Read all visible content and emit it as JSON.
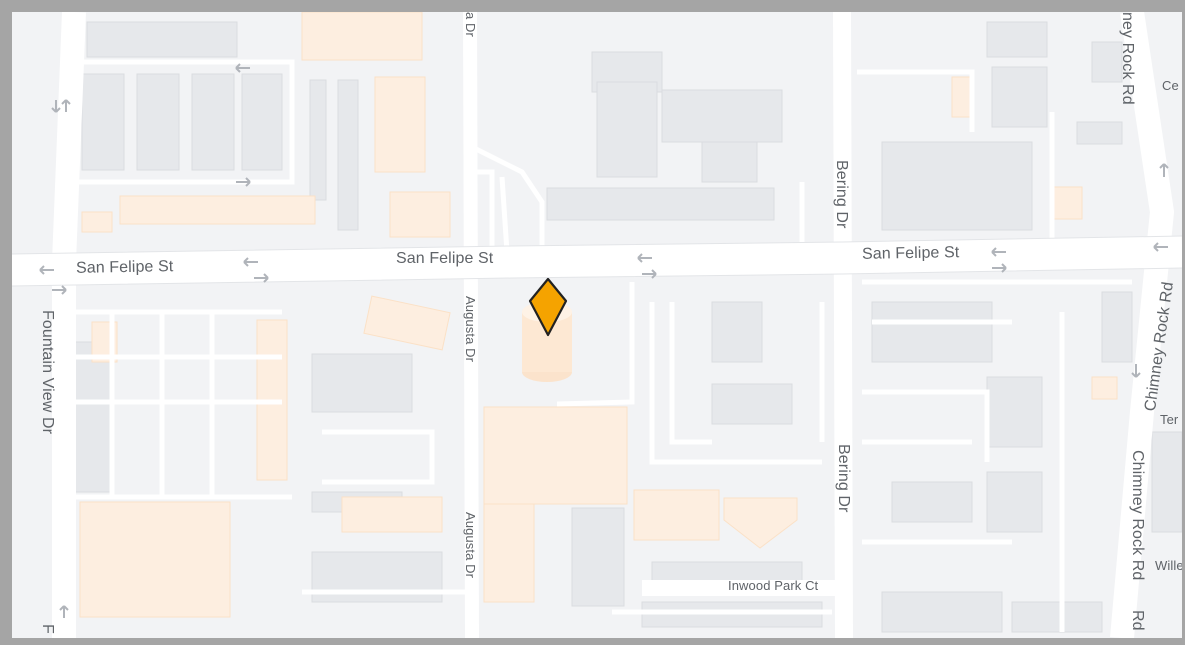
{
  "map": {
    "streets": {
      "san_felipe_west": "San Felipe St",
      "san_felipe_mid": "San Felipe St",
      "san_felipe_east": "San Felipe St",
      "fountain_view": "Fountain View Dr",
      "fountain_view_bottom": "F",
      "augusta_top": "a Dr",
      "augusta_mid": "Augusta Dr",
      "augusta_bottom": "Augusta Dr",
      "bering_top": "Bering Dr",
      "bering_bottom": "Bering Dr",
      "chimney_rock_top": "ney Rock Rd",
      "chimney_rock_mid": "Chimney Rock Rd",
      "chimney_rock_bottom": "Chimney Rock Rd",
      "chimney_rock_edge": "Rd",
      "inwood_park": "Inwood Park Ct",
      "edge_ce": "Ce",
      "edge_ter": "Ter",
      "edge_wille": "Wille"
    },
    "marker": {
      "icon": "map-pin-icon",
      "color": "#F5A300"
    },
    "colors": {
      "road": "#ffffff",
      "block": "#f2f3f5",
      "building": "#e8eaed",
      "highlight": "#fdefe0"
    }
  }
}
